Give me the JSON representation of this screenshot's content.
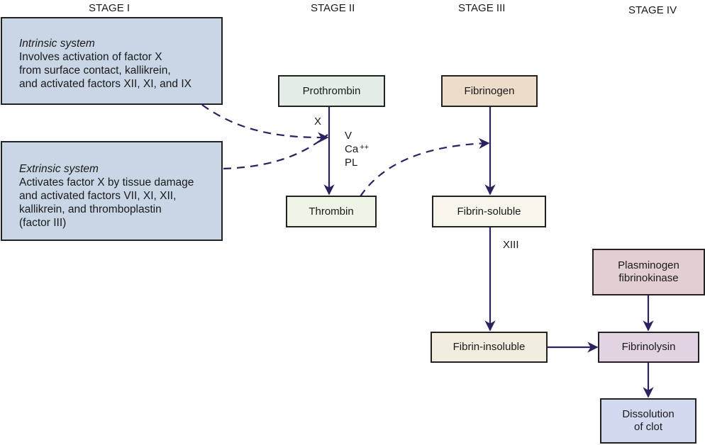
{
  "stages": [
    "STAGE I",
    "STAGE II",
    "STAGE III",
    "STAGE IV"
  ],
  "intrinsic": {
    "title": "Intrinsic system",
    "description": "Involves activation of factor X\nfrom surface contact, kallikrein,\nand activated factors XII, XI, and IX"
  },
  "extrinsic": {
    "title": "Extrinsic system",
    "description": "Activates factor X by tissue damage\nand activated factors VII, XI, XII,\nkallikrein, and thromboplastin\n(factor III)"
  },
  "nodes": {
    "prothrombin": "Prothrombin",
    "thrombin": "Thrombin",
    "fibrinogen": "Fibrinogen",
    "fibrin_soluble": "Fibrin-soluble",
    "fibrin_insoluble": "Fibrin-insoluble",
    "plasminogen": "Plasminogen\nfibrinokinase",
    "fibrinolysin": "Fibrinolysin",
    "dissolution": "Dissolution\nof clot"
  },
  "labels": {
    "factor_x": "X",
    "cofactor_v": "V",
    "cofactor_ca": "Ca",
    "cofactor_ca_sup": "++",
    "cofactor_pl": "PL",
    "factor_xiii": "XIII"
  },
  "colors": {
    "arrow": "#2e1f5e",
    "intrinsic_fill": "#c9d6e6",
    "prothrombin_fill": "#e3ece5",
    "thrombin_fill": "#eef5e6",
    "fibrinogen_fill": "#ecdcc8",
    "fibrin_soluble_fill": "#f8f5ec",
    "fibrin_insoluble_fill": "#f1eddf",
    "plasminogen_fill": "#e4cfd0",
    "fibrinolysin_fill": "#e1d3e2",
    "dissolution_fill": "#d3d9ee"
  }
}
